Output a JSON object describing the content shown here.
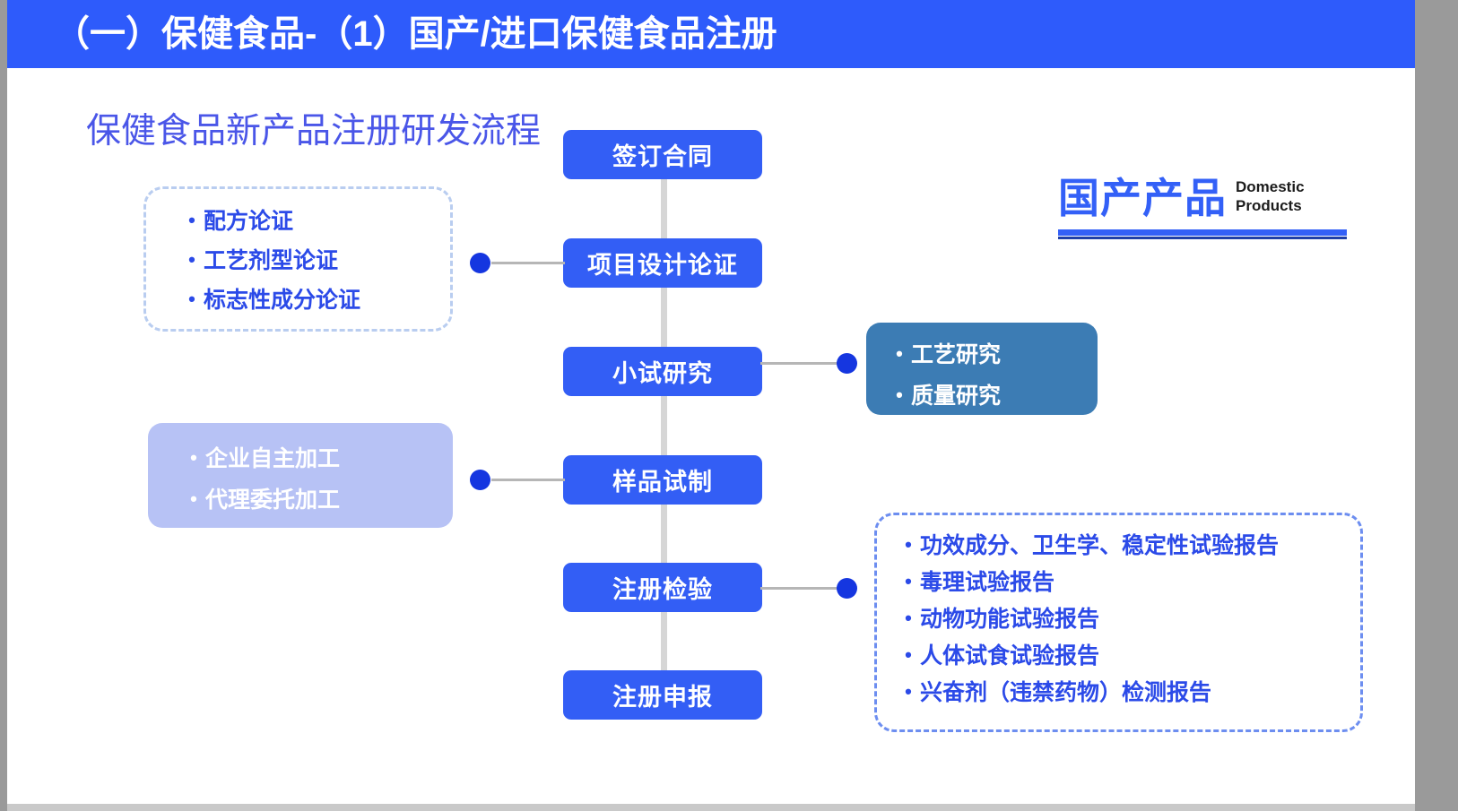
{
  "header": {
    "title": "（一）保健食品-（1）国产/进口保健食品注册",
    "bg_color": "#2e5bfb"
  },
  "subtitle": "保健食品新产品注册研发流程",
  "badge": {
    "chinese": "国产产品",
    "english_line1": "Domestic",
    "english_line2": "Products",
    "accent_color": "#3360f7"
  },
  "flow": {
    "steps": [
      {
        "label": "签订合同"
      },
      {
        "label": "项目设计论证"
      },
      {
        "label": "小试研究"
      },
      {
        "label": "样品试制"
      },
      {
        "label": "注册检验"
      },
      {
        "label": "注册申报"
      }
    ],
    "box_color": "#335ef5",
    "line_color": "#d6d6d6"
  },
  "callouts": {
    "design_validation": {
      "style": "dashed-light",
      "items": [
        "配方论证",
        "工艺剂型论证",
        "标志性成分论证"
      ]
    },
    "pilot_research": {
      "style": "solid-dark",
      "items": [
        "工艺研究",
        "质量研究"
      ]
    },
    "sample_production": {
      "style": "solid-light",
      "items": [
        "企业自主加工",
        "代理委托加工"
      ]
    },
    "registration_testing": {
      "style": "dashed-strong",
      "items": [
        "功效成分、卫生学、稳定性试验报告",
        "毒理试验报告",
        "动物功能试验报告",
        "人体试食试验报告",
        "兴奋剂（违禁药物）检测报告"
      ]
    }
  },
  "icons": {
    "bullet": "•"
  }
}
